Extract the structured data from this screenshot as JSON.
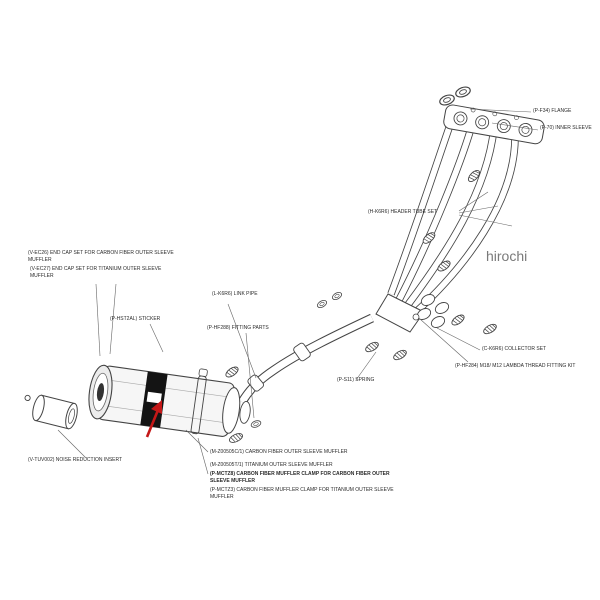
{
  "watermark": "hirochi",
  "arrow_color": "#c41818",
  "line_color": "#444444",
  "labels": {
    "flange": {
      "text": "(P-F34) FLANGE"
    },
    "inner_sleeve": {
      "text": "(P-70) INNER SLEEVE"
    },
    "header_tube_set": {
      "text": "(H-K6R6) HEADER TUBE SET"
    },
    "end_cap_carbon": {
      "text": "(V-EC26) END CAP SET FOR CARBON FIBER OUTER SLEEVE MUFFLER"
    },
    "end_cap_titanium": {
      "text": "(V-EC27) END CAP SET FOR TITANIUM OUTER SLEEVE MUFFLER"
    },
    "sticker": {
      "text": "(P-HST2AL) STICKER"
    },
    "link_pipe": {
      "text": "(L-K6R6) LINK PIPE"
    },
    "fitting_parts": {
      "text": "(P-HF288) FITTING PARTS"
    },
    "collector_set": {
      "text": "(C-K6R6) COLLECTOR SET"
    },
    "lambda_kit": {
      "text": "(P-HF284) M18/ M12 LAMBDA THREAD FITTING KIT"
    },
    "spring": {
      "text": "(P-S11) SPRING"
    },
    "muffler_carbon": {
      "text": "(M-Z00505C/1) CARBON FIBER OUTER SLEEVE MUFFLER"
    },
    "muffler_titanium": {
      "text": "(M-Z00505T/1) TITANIUM OUTER SLEEVE MUFFLER"
    },
    "clamp_carbon": {
      "text": "(P-MCTZ8) CARBON FIBER MUFFLER CLAMP FOR CARBON FIBER OUTER SLEEVE MUFFLER"
    },
    "clamp_titanium": {
      "text": "(P-MCTZ3) CARBON FIBER MUFFLER CLAMP FOR TITANIUM OUTER SLEEVE MUFFLER"
    },
    "noise_insert": {
      "text": "(V-TUV002) NOISE REDUCTION INSERT"
    }
  }
}
